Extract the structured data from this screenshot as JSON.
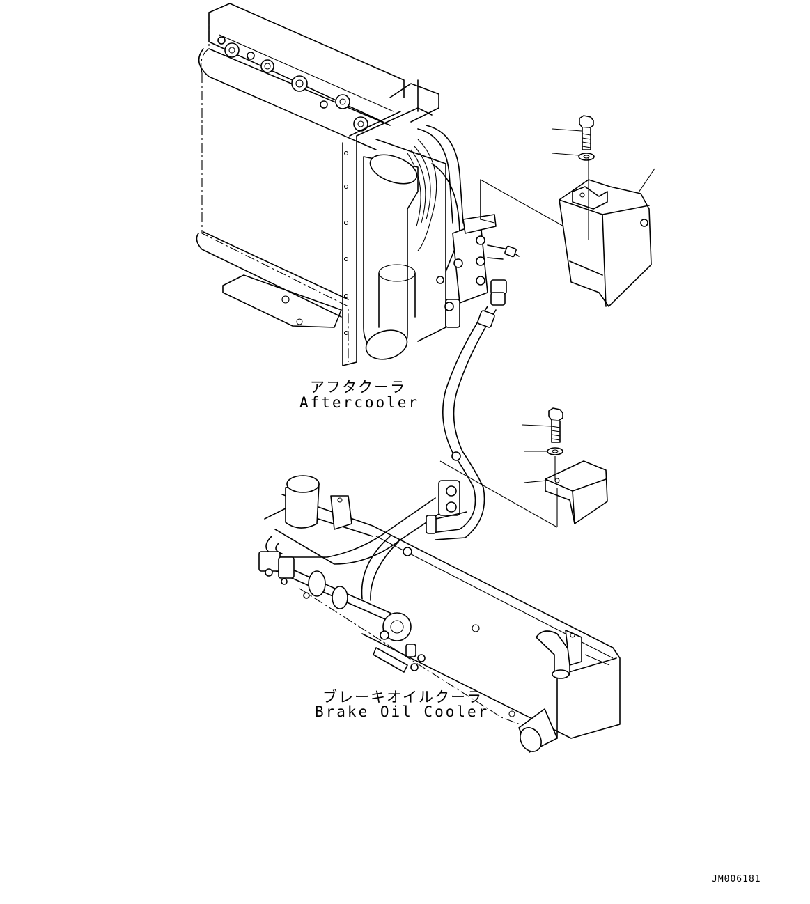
{
  "labels": {
    "aftercooler_jp": "アフタクーラ",
    "aftercooler_en": "Aftercooler",
    "brake_jp": "ブレーキオイルクーラ",
    "brake_en": "Brake Oil Cooler"
  },
  "drawing_code": "JM006181"
}
